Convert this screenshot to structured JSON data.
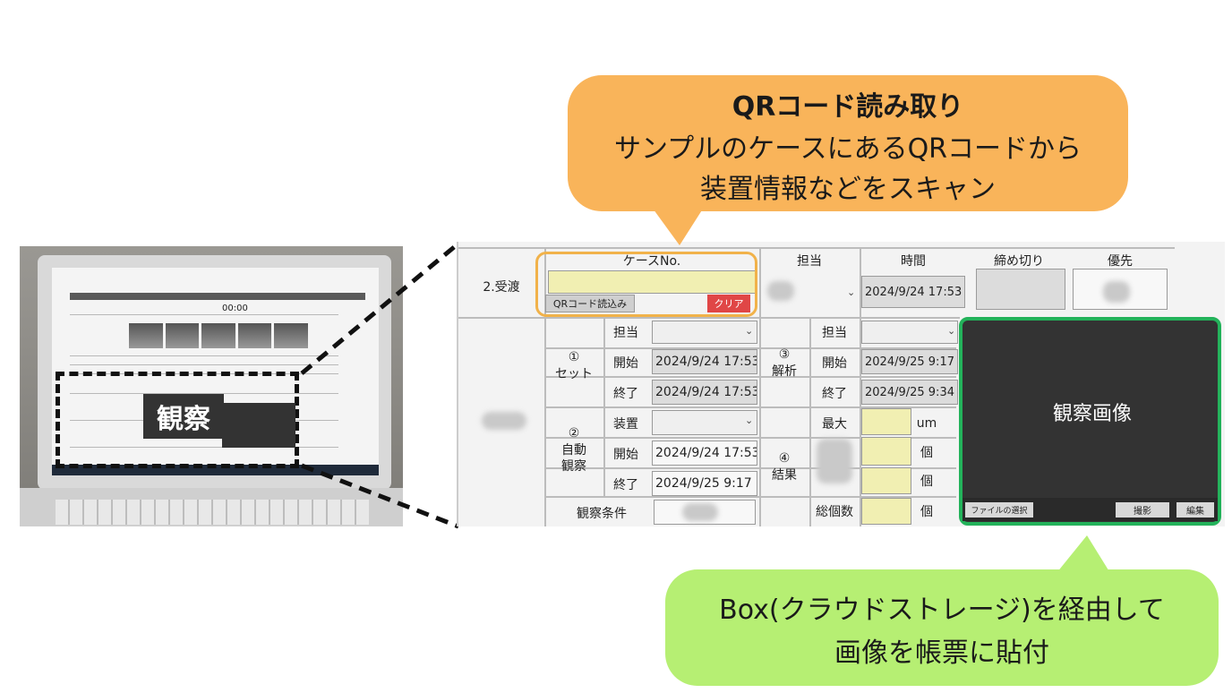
{
  "callouts": {
    "qr": {
      "title": "QRコード読み取り",
      "line1": "サンプルのケースにあるQRコードから",
      "line2": "装置情報などをスキャン"
    },
    "box": {
      "line1": "Box(クラウドストレージ)を経由して",
      "line2": "画像を帳票に貼付"
    }
  },
  "laptop": {
    "overlay_label": "観察",
    "screen_time": "00:00"
  },
  "form": {
    "section_label": "2.受渡",
    "headers": {
      "case_no": "ケースNo.",
      "assignee": "担当",
      "time": "時間",
      "deadline": "締め切り",
      "priority": "優先"
    },
    "qr_button": "QRコード読込み",
    "clear_button": "クリア",
    "handover_time": "2024/9/24 17:53",
    "set": {
      "label_num": "①",
      "label": "セット",
      "assignee_label": "担当",
      "start_label": "開始",
      "start": "2024/9/24 17:53",
      "end_label": "終了",
      "end": "2024/9/24 17:53"
    },
    "auto": {
      "label_num": "②",
      "label1": "自動",
      "label2": "観察",
      "device_label": "装置",
      "start_label": "開始",
      "start": "2024/9/24 17:53",
      "end_label": "終了",
      "end": "2024/9/25 9:17"
    },
    "analysis": {
      "label_num": "③",
      "label": "解析",
      "assignee_label": "担当",
      "start_label": "開始",
      "start": "2024/9/25 9:17",
      "end_label": "終了",
      "end": "2024/9/25 9:34"
    },
    "result": {
      "label_num": "④",
      "label": "結果",
      "max_label": "最大",
      "unit_um": "um",
      "unit_count1": "個",
      "unit_count2": "個",
      "total_label": "総個数",
      "unit_count3": "個"
    },
    "obs_condition_label": "観察条件",
    "obs_panel": {
      "title": "観察画像",
      "file_button": "ファイルの選択",
      "shoot_button": "撮影",
      "edit_button": "編集"
    }
  }
}
